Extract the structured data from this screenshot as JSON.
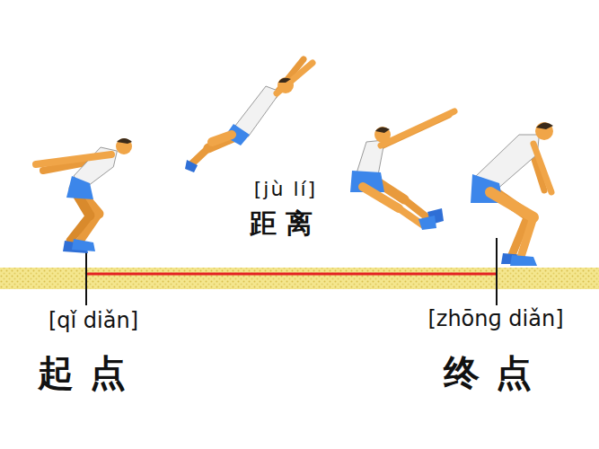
{
  "diagram": {
    "labels": [
      "[jù lí]",
      "距离",
      "[qǐ diǎn]",
      "起点",
      "[zhōnɡ diǎn]",
      "终点"
    ]
  }
}
